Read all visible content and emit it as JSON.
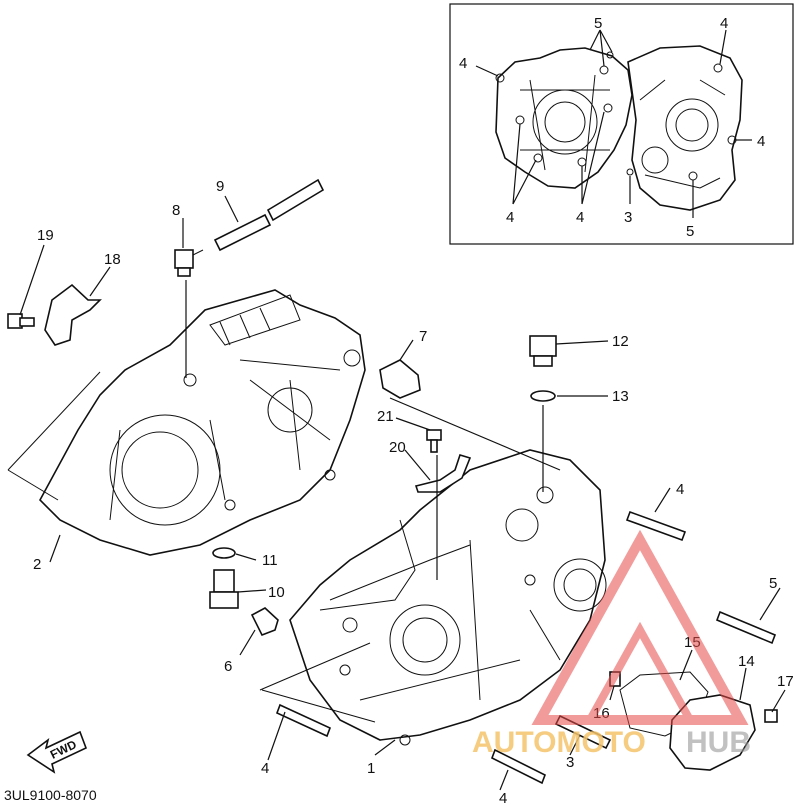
{
  "diagram": {
    "code": "3UL9100-8070",
    "fwd_label": "FWD",
    "watermark": {
      "part1": "AUTOMOTO",
      "part2": "HUB"
    },
    "callouts": [
      {
        "id": "c1",
        "text": "1"
      },
      {
        "id": "c2",
        "text": "2"
      },
      {
        "id": "c3",
        "text": "3"
      },
      {
        "id": "c4a",
        "text": "4"
      },
      {
        "id": "c4b",
        "text": "4"
      },
      {
        "id": "c4c",
        "text": "4"
      },
      {
        "id": "c5",
        "text": "5"
      },
      {
        "id": "c6",
        "text": "6"
      },
      {
        "id": "c7",
        "text": "7"
      },
      {
        "id": "c8",
        "text": "8"
      },
      {
        "id": "c9",
        "text": "9"
      },
      {
        "id": "c10",
        "text": "10"
      },
      {
        "id": "c11",
        "text": "11"
      },
      {
        "id": "c12",
        "text": "12"
      },
      {
        "id": "c13",
        "text": "13"
      },
      {
        "id": "c14",
        "text": "14"
      },
      {
        "id": "c15",
        "text": "15"
      },
      {
        "id": "c16",
        "text": "16"
      },
      {
        "id": "c17",
        "text": "17"
      },
      {
        "id": "c18",
        "text": "18"
      },
      {
        "id": "c19",
        "text": "19"
      },
      {
        "id": "c20",
        "text": "20"
      },
      {
        "id": "c21",
        "text": "21"
      }
    ],
    "inset_callouts": [
      {
        "id": "i5a",
        "text": "5"
      },
      {
        "id": "i4a",
        "text": "4"
      },
      {
        "id": "i4b",
        "text": "4"
      },
      {
        "id": "i4c",
        "text": "4"
      },
      {
        "id": "i4d",
        "text": "4"
      },
      {
        "id": "i4e",
        "text": "4"
      },
      {
        "id": "i3",
        "text": "3"
      },
      {
        "id": "i5b",
        "text": "5"
      }
    ]
  }
}
